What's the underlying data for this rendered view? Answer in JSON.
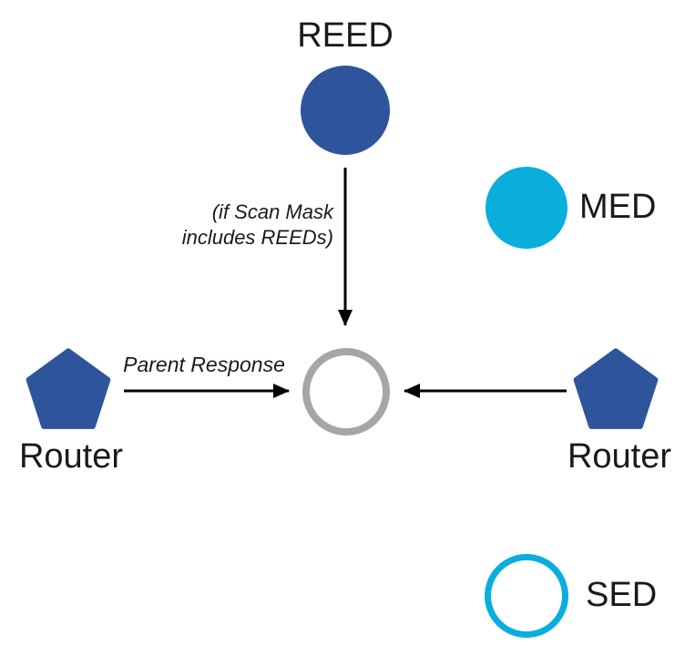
{
  "diagram": {
    "labels": {
      "reed": "REED",
      "med": "MED",
      "sed": "SED",
      "router_left": "Router",
      "router_right": "Router"
    },
    "annotations": {
      "scan_mask_line1": "(if Scan Mask",
      "scan_mask_line2": "includes REEDs)",
      "parent_response": "Parent Response"
    },
    "colors": {
      "router_reed_blue": "#2E559C",
      "med_sed_cyan": "#0AAEDC",
      "joiner_gray": "#A6A6A6",
      "arrow": "#000000",
      "text": "#1A1A1A",
      "background": "#FFFFFF"
    }
  }
}
